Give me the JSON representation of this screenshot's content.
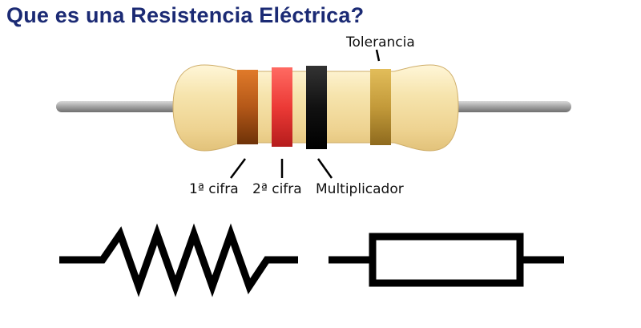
{
  "title": "Que es una Resistencia Eléctrica?",
  "labels": {
    "tolerance": "Tolerancia",
    "first_digit": "1ª cifra",
    "second_digit": "2ª cifra",
    "multiplier": "Multiplicador"
  },
  "colors": {
    "title": "#1b2a74",
    "body": "#f3dfa6",
    "lead": "#9a9a9a",
    "band_1": "#b45818",
    "band_2": "#ec3a36",
    "band_3": "#111111",
    "band_tolerance": "#c39a3a",
    "symbol": "#000000"
  }
}
